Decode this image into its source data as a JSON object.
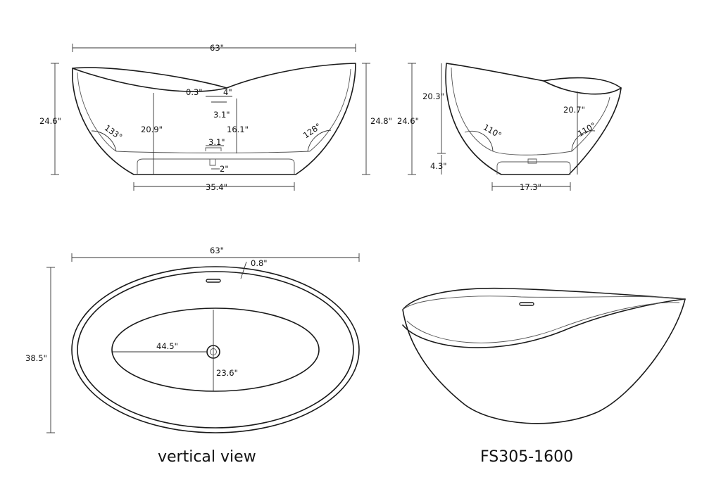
{
  "front_view": {
    "overall_length": "63\"",
    "left_height": "24.6\"",
    "right_height": "24.8\"",
    "inner_depth": "20.9\"",
    "drain_offset": "0.3\"",
    "overflow_gap": "4\"",
    "overflow_size": "3.1\"",
    "overflow_to_drain": "16.1\"",
    "drain_size": "3.1\"",
    "drain_pipe": "2\"",
    "base_length": "35.4\"",
    "angle_left": "133°",
    "angle_right": "128°"
  },
  "side_view": {
    "overall_height": "24.6\"",
    "inner_depth_left": "20.3\"",
    "inner_depth_right": "20.7\"",
    "base_height": "4.3\"",
    "base_width": "17.3\"",
    "angle_left": "110°",
    "angle_right": "110°"
  },
  "top_view": {
    "length": "63\"",
    "rim_thickness": "0.8\"",
    "width": "38.5\"",
    "inner_length": "44.5\"",
    "inner_width": "23.6\""
  },
  "captions": {
    "top_view": "vertical view",
    "model": "FS305-1600"
  }
}
